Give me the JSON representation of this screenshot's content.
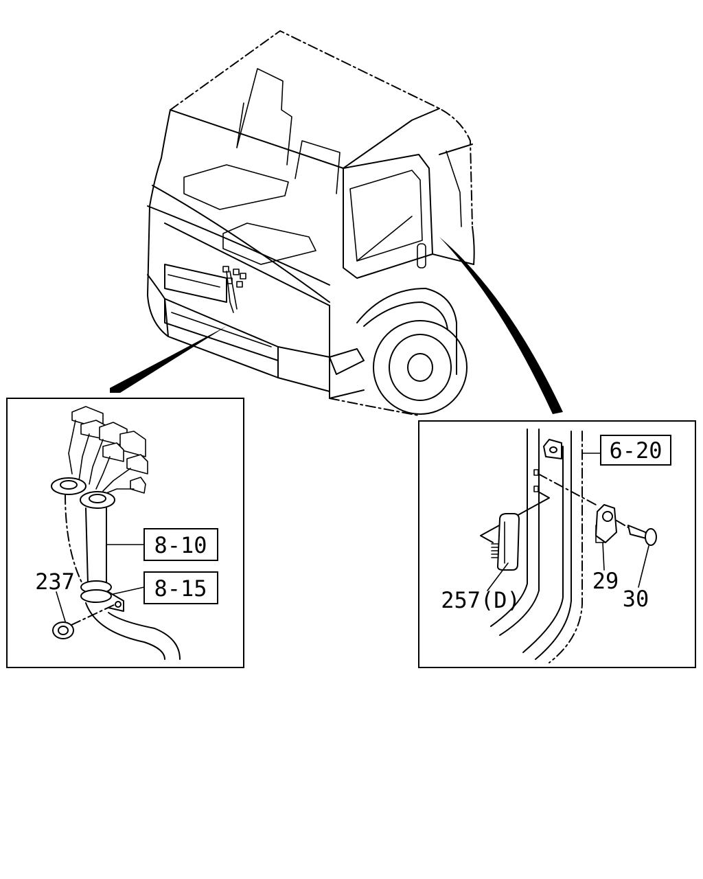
{
  "callouts": {
    "ref_8_10": "8-10",
    "ref_8_15": "8-15",
    "ref_6_20": "6-20",
    "part_237": "237",
    "part_257d": "257(D)",
    "part_29": "29",
    "part_30": "30"
  }
}
